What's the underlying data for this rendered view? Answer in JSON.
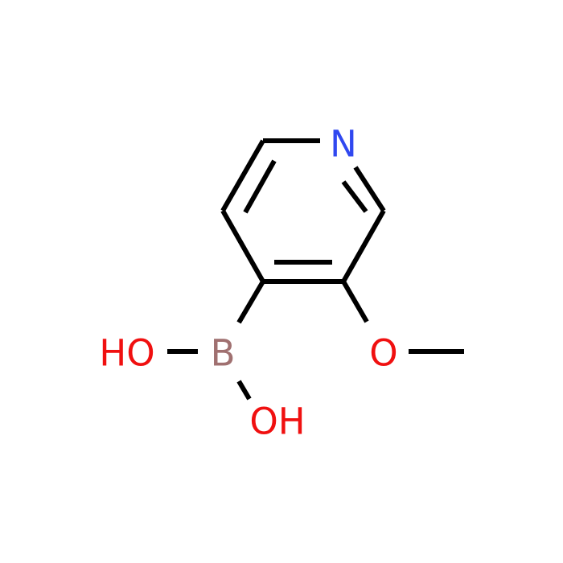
{
  "molecule": {
    "atoms": {
      "nitrogen": {
        "label": "N",
        "color": "#3048f0"
      },
      "boron": {
        "label": "B",
        "color": "#a07070"
      },
      "hydroxyl_upper": {
        "label": "HO",
        "color": "#f01010"
      },
      "hydroxyl_lower": {
        "label": "OH",
        "color": "#f01010"
      },
      "methoxy_oxygen": {
        "label": "O",
        "color": "#f01010"
      }
    },
    "bond_color": "#000000"
  }
}
